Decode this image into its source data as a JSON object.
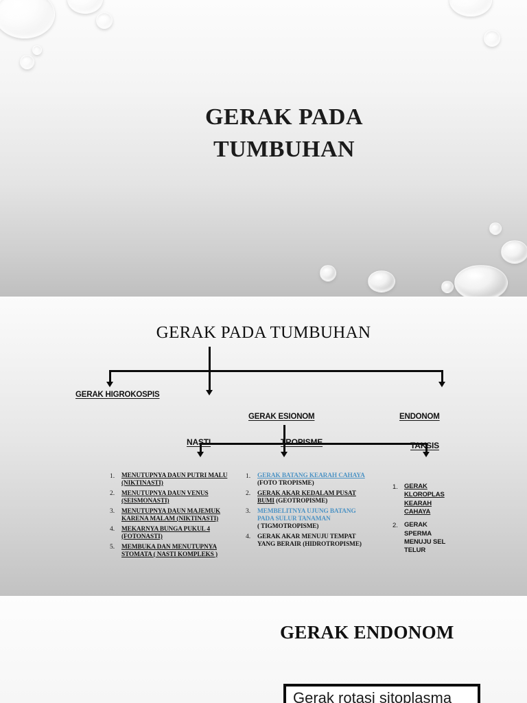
{
  "slide1": {
    "title_line1": "GERAK PADA",
    "title_line2": "TUMBUHAN"
  },
  "slide2": {
    "title": "GERAK PADA TUMBUHAN",
    "level1": [
      {
        "label": "GERAK HIGROKOSPIS"
      },
      {
        "label": "GERAK ESIONOM"
      },
      {
        "label": "ENDONOM"
      }
    ],
    "level2": [
      {
        "label": "NASTI"
      },
      {
        "label": "TROPISME"
      },
      {
        "label": "TAKSIS"
      }
    ],
    "nasti_items": [
      {
        "num": "1.",
        "main": "MENUTUPNYA DAUN PUTRI MALU",
        "paren": "(NIKTINASTI)"
      },
      {
        "num": "2.",
        "main": "MENUTUPNYA DAUN VENUS",
        "paren": "(SEISMONASTI)"
      },
      {
        "num": "3.",
        "main": "MENUTUPNYA DAUN MAJEMUK",
        "main2": "KARENA MALAM (",
        "paren": "NIKTINASTI)"
      },
      {
        "num": "4.",
        "main": "MEKARNYA BUNGA PUKUL 4",
        "paren": "(FOTONASTI)"
      },
      {
        "num": "5.",
        "main": "MEMBUKA DAN MENUTUPNYA",
        "main2": "STOMATA ( NASTI KOMPLEKS )"
      }
    ],
    "tropisme_items": [
      {
        "num": "1.",
        "link": "GERAK BATANG KEARAH CAHAYA",
        "plain": "(FOTO TROPISME)"
      },
      {
        "num": "2.",
        "underline": "GERAK AKAR KEDALAM PUSAT",
        "underline2": "BUMI",
        "plain": " (GEOTROPISME)"
      },
      {
        "num": "3.",
        "link": "MEMBELITNYA UJUNG BATANG",
        "link2": "PADA SULUR TANAMAN",
        "plain": "( TIGMOTROPISME)"
      },
      {
        "num": "4.",
        "plain": "GERAK AKAR MENUJU TEMPAT",
        "plain2": "YANG BERAIR (HIDROTROPISME)"
      }
    ],
    "taksis_items": [
      {
        "num": "1.",
        "text": "GERAK KLOROPLAS KEARAH CAHAYA",
        "underlined": true
      },
      {
        "num": "2.",
        "text": "GERAK SPERMA MENUJU SEL TELUR",
        "underlined": false
      }
    ]
  },
  "slide3": {
    "title": "GERAK ENDONOM",
    "box_text": "Gerak rotasi sitoplasma"
  },
  "colors": {
    "hyperlink_blue": "#4d93c4",
    "text_black": "#141414",
    "connector": "#0b0b0b"
  }
}
